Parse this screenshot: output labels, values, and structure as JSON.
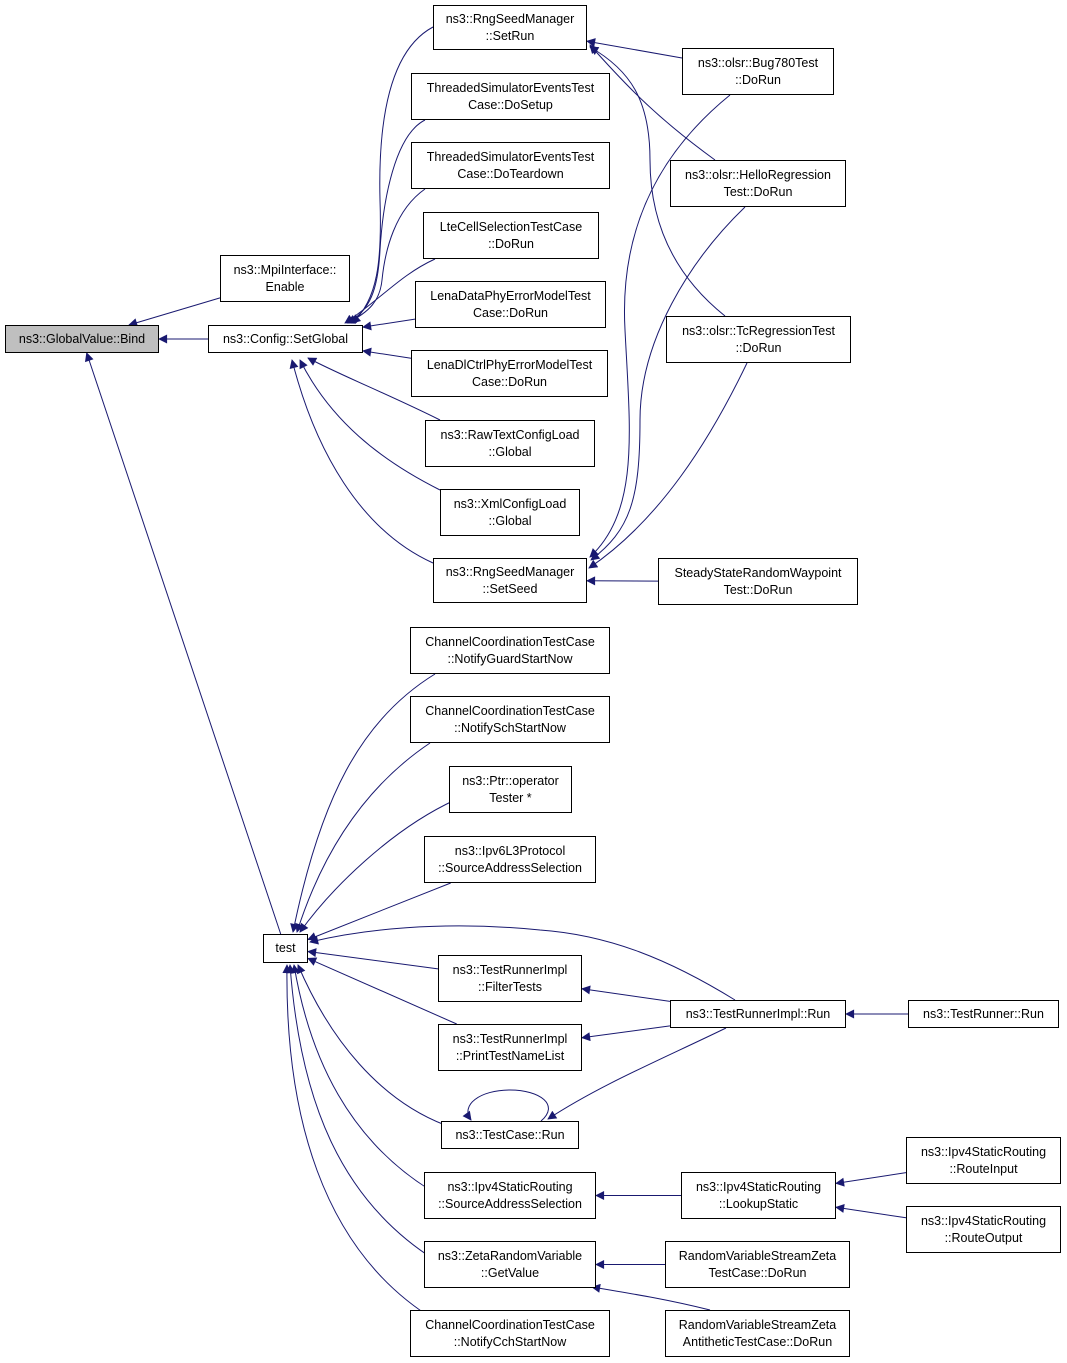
{
  "diagram": {
    "nodes": [
      {
        "id": "bind",
        "lines": [
          "ns3::GlobalValue::Bind"
        ],
        "root": true
      },
      {
        "id": "mpi",
        "lines": [
          "ns3::MpiInterface::",
          "Enable"
        ]
      },
      {
        "id": "setglobal",
        "lines": [
          "ns3::Config::SetGlobal"
        ]
      },
      {
        "id": "setrun",
        "lines": [
          "ns3::RngSeedManager",
          "::SetRun"
        ]
      },
      {
        "id": "tsetup",
        "lines": [
          "ThreadedSimulatorEventsTest",
          "Case::DoSetup"
        ]
      },
      {
        "id": "tteardown",
        "lines": [
          "ThreadedSimulatorEventsTest",
          "Case::DoTeardown"
        ]
      },
      {
        "id": "ltecell",
        "lines": [
          "LteCellSelectionTestCase",
          "::DoRun"
        ]
      },
      {
        "id": "lenadata",
        "lines": [
          "LenaDataPhyErrorModelTest",
          "Case::DoRun"
        ]
      },
      {
        "id": "lenadl",
        "lines": [
          "LenaDlCtrlPhyErrorModelTest",
          "Case::DoRun"
        ]
      },
      {
        "id": "rawtext",
        "lines": [
          "ns3::RawTextConfigLoad",
          "::Global"
        ]
      },
      {
        "id": "xmlcfg",
        "lines": [
          "ns3::XmlConfigLoad",
          "::Global"
        ]
      },
      {
        "id": "setseed",
        "lines": [
          "ns3::RngSeedManager",
          "::SetSeed"
        ]
      },
      {
        "id": "bug780",
        "lines": [
          "ns3::olsr::Bug780Test",
          "::DoRun"
        ]
      },
      {
        "id": "hello",
        "lines": [
          "ns3::olsr::HelloRegression",
          "Test::DoRun"
        ]
      },
      {
        "id": "tcreg",
        "lines": [
          "ns3::olsr::TcRegressionTest",
          "::DoRun"
        ]
      },
      {
        "id": "steady",
        "lines": [
          "SteadyStateRandomWaypoint",
          "Test::DoRun"
        ]
      },
      {
        "id": "guard",
        "lines": [
          "ChannelCoordinationTestCase",
          "::NotifyGuardStartNow"
        ]
      },
      {
        "id": "sch",
        "lines": [
          "ChannelCoordinationTestCase",
          "::NotifySchStartNow"
        ]
      },
      {
        "id": "ptr",
        "lines": [
          "ns3::Ptr::operator",
          "Tester *"
        ]
      },
      {
        "id": "ipv6",
        "lines": [
          "ns3::Ipv6L3Protocol",
          "::SourceAddressSelection"
        ]
      },
      {
        "id": "test",
        "lines": [
          "test"
        ]
      },
      {
        "id": "filter",
        "lines": [
          "ns3::TestRunnerImpl",
          "::FilterTests"
        ]
      },
      {
        "id": "printtest",
        "lines": [
          "ns3::TestRunnerImpl",
          "::PrintTestNameList"
        ]
      },
      {
        "id": "tcrun",
        "lines": [
          "ns3::TestCase::Run"
        ]
      },
      {
        "id": "ipv4src",
        "lines": [
          "ns3::Ipv4StaticRouting",
          "::SourceAddressSelection"
        ]
      },
      {
        "id": "zeta",
        "lines": [
          "ns3::ZetaRandomVariable",
          "::GetValue"
        ]
      },
      {
        "id": "cch",
        "lines": [
          "ChannelCoordinationTestCase",
          "::NotifyCchStartNow"
        ]
      },
      {
        "id": "trimplrun",
        "lines": [
          "ns3::TestRunnerImpl::Run"
        ]
      },
      {
        "id": "trrun",
        "lines": [
          "ns3::TestRunner::Run"
        ]
      },
      {
        "id": "lookup",
        "lines": [
          "ns3::Ipv4StaticRouting",
          "::LookupStatic"
        ]
      },
      {
        "id": "routein",
        "lines": [
          "ns3::Ipv4StaticRouting",
          "::RouteInput"
        ]
      },
      {
        "id": "routeout",
        "lines": [
          "ns3::Ipv4StaticRouting",
          "::RouteOutput"
        ]
      },
      {
        "id": "rvzeta",
        "lines": [
          "RandomVariableStreamZeta",
          "TestCase::DoRun"
        ]
      },
      {
        "id": "rvzetaanti",
        "lines": [
          "RandomVariableStreamZeta",
          "AntitheticTestCase::DoRun"
        ]
      }
    ],
    "edges": [
      [
        "mpi",
        "bind"
      ],
      [
        "setglobal",
        "bind"
      ],
      [
        "test",
        "bind"
      ],
      [
        "setrun",
        "setglobal"
      ],
      [
        "tsetup",
        "setglobal"
      ],
      [
        "tteardown",
        "setglobal"
      ],
      [
        "ltecell",
        "setglobal"
      ],
      [
        "lenadata",
        "setglobal"
      ],
      [
        "lenadl",
        "setglobal"
      ],
      [
        "rawtext",
        "setglobal"
      ],
      [
        "xmlcfg",
        "setglobal"
      ],
      [
        "setseed",
        "setglobal"
      ],
      [
        "bug780",
        "setrun"
      ],
      [
        "hello",
        "setrun"
      ],
      [
        "tcreg",
        "setrun"
      ],
      [
        "bug780",
        "setseed"
      ],
      [
        "hello",
        "setseed"
      ],
      [
        "tcreg",
        "setseed"
      ],
      [
        "steady",
        "setseed"
      ],
      [
        "guard",
        "test"
      ],
      [
        "sch",
        "test"
      ],
      [
        "ptr",
        "test"
      ],
      [
        "ipv6",
        "test"
      ],
      [
        "filter",
        "test"
      ],
      [
        "printtest",
        "test"
      ],
      [
        "tcrun",
        "test"
      ],
      [
        "ipv4src",
        "test"
      ],
      [
        "zeta",
        "test"
      ],
      [
        "cch",
        "test"
      ],
      [
        "trimplrun",
        "test"
      ],
      [
        "trimplrun",
        "filter"
      ],
      [
        "trimplrun",
        "printtest"
      ],
      [
        "trimplrun",
        "tcrun"
      ],
      [
        "tcrun",
        "tcrun"
      ],
      [
        "trrun",
        "trimplrun"
      ],
      [
        "lookup",
        "ipv4src"
      ],
      [
        "routein",
        "lookup"
      ],
      [
        "routeout",
        "lookup"
      ],
      [
        "rvzeta",
        "zeta"
      ],
      [
        "rvzetaanti",
        "zeta"
      ]
    ],
    "colors": {
      "edge": "#191970",
      "root_fill": "#bfbfbf",
      "node_border": "#000000"
    }
  }
}
